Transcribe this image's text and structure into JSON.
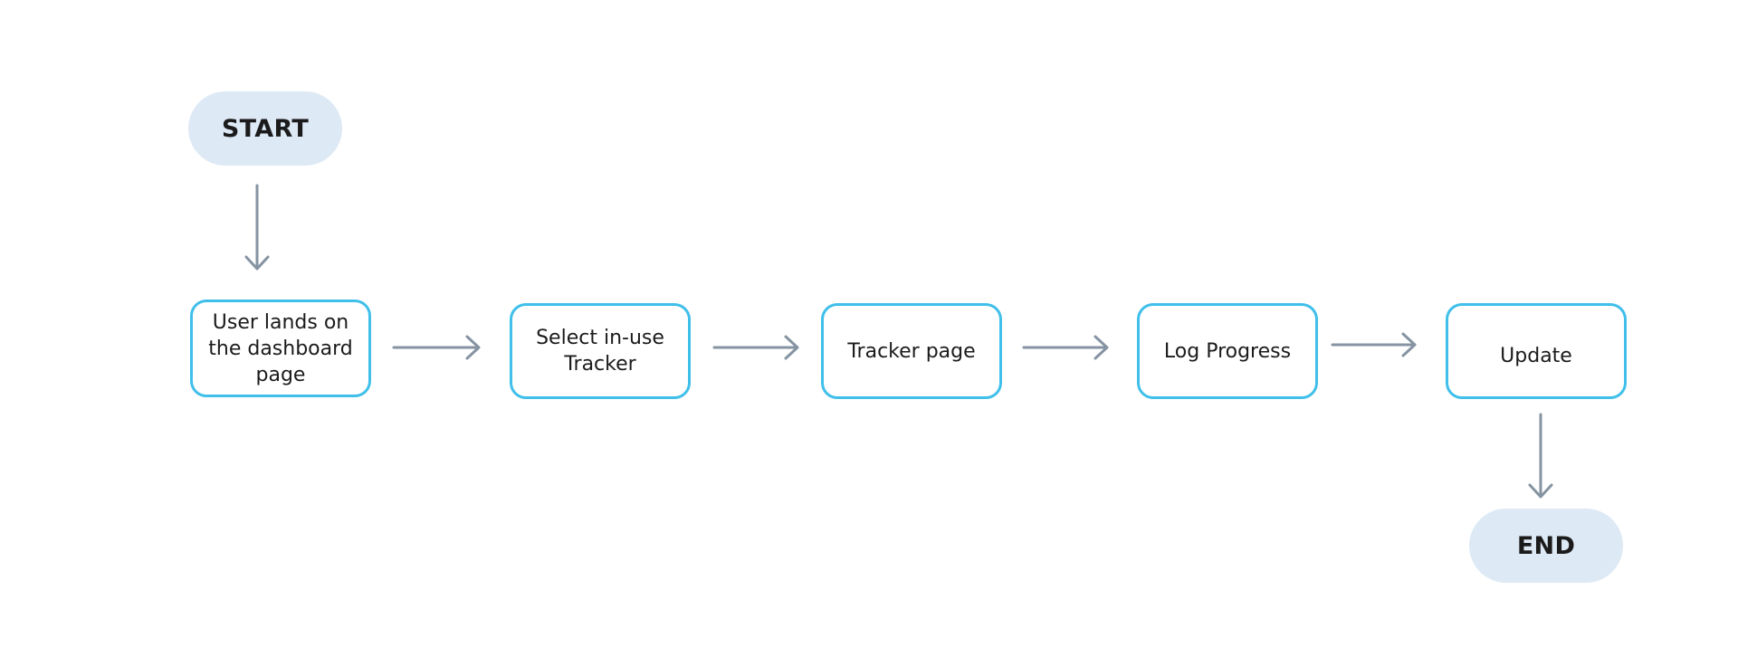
{
  "diagram": {
    "start_label": "START",
    "end_label": "END",
    "steps": [
      {
        "label": "User lands on the dashboard page"
      },
      {
        "label": "Select in-use Tracker"
      },
      {
        "label": "Tracker page"
      },
      {
        "label": "Log Progress"
      },
      {
        "label": "Update"
      }
    ]
  },
  "colors": {
    "step_border": "#3fbfea",
    "terminal_fill": "#dde9f5",
    "arrow": "#8593a2",
    "text": "#1b1b1b"
  }
}
